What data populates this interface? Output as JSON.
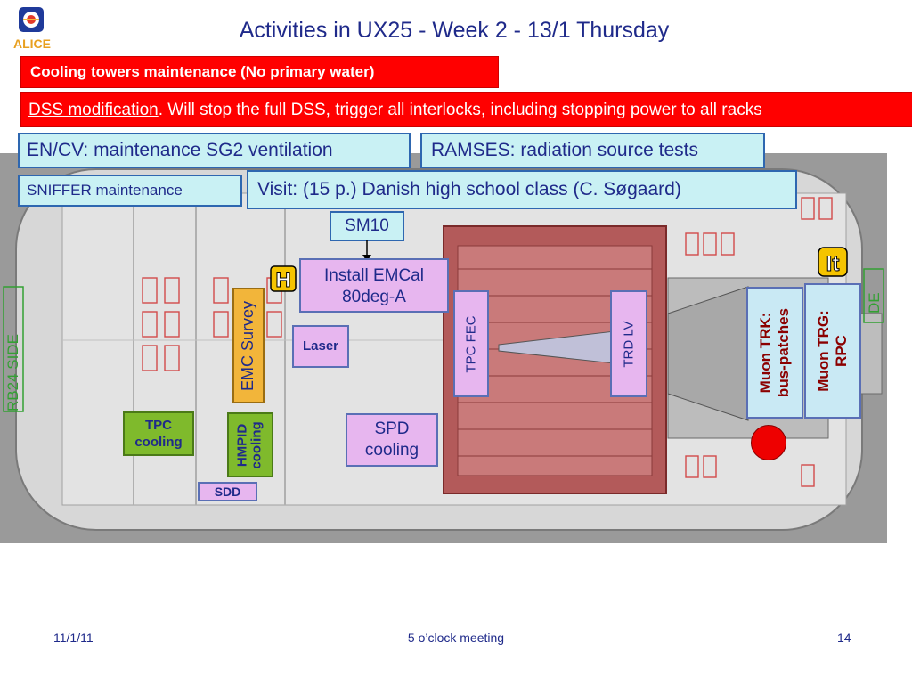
{
  "slide": {
    "title": "Activities in UX25 - Week 2 - 13/1 Thursday",
    "logo_text": "ALICE"
  },
  "banners": {
    "cooling": "Cooling towers maintenance (No primary water)",
    "dss_link": "DSS modification",
    "dss_rest": ". Will stop the full DSS, trigger all interlocks, including stopping power to all racks"
  },
  "activities": {
    "en_cv": "EN/CV: maintenance SG2 ventilation",
    "ramses": "RAMSES: radiation source tests",
    "sniffer": "SNIFFER maintenance",
    "visit": "Visit: (15 p.) Danish high school class (C. Søgaard)",
    "sm10": "SM10",
    "emcal_line1": "Install EMCal",
    "emcal_line2": "80deg-A",
    "laser": "Laser",
    "tpc_fec": "TPC FEC",
    "trd_lv": "TRD LV",
    "spd_line1": "SPD",
    "spd_line2": "cooling",
    "sdd": "SDD",
    "emc_survey": "EMC Survey",
    "tpc_cooling_line1": "TPC",
    "tpc_cooling_line2": "cooling",
    "hmpid_line1": "HMPID",
    "hmpid_line2": "cooling",
    "muon_trk_line1": "Muon TRK:",
    "muon_trk_line2": "bus-patches",
    "muon_trg_line1": "Muon TRG:",
    "muon_trg_line2": "RPC"
  },
  "icons": {
    "h_sign": "H",
    "it_sign": "It"
  },
  "floorplan": {
    "side_left": "RB24 SIDE",
    "side_right": "DE"
  },
  "footer": {
    "date": "11/1/11",
    "meeting": "5 o’clock meeting",
    "page": "14"
  },
  "colors": {
    "title": "#1f2a8a",
    "banner_red": "#ff0000",
    "box_cyan": "#c9f1f4",
    "box_violet": "#e7b6ef",
    "box_green": "#7fba2c",
    "box_orange": "#f2b53a",
    "magnet_red": "#b35a5a"
  }
}
